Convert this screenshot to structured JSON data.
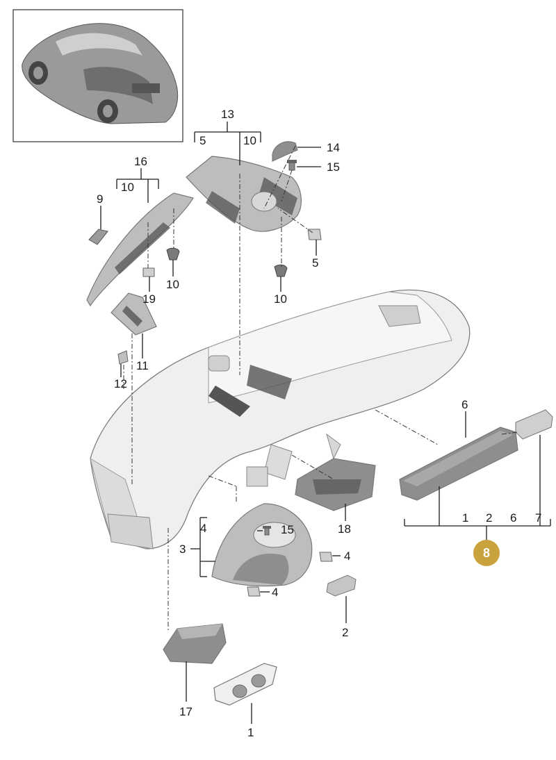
{
  "colors": {
    "badge_fill": "#c8a23c",
    "badge_text": "#ffffff",
    "line": "#1a1a1a",
    "part_light": "#efefef",
    "part_mid": "#bdbdbd",
    "part_dark": "#8e8e8e"
  },
  "callouts": {
    "c13": "13",
    "c13_5": "5",
    "c13_10": "10",
    "c14": "14",
    "c15_top": "15",
    "c16": "16",
    "c16_10": "10",
    "c9": "9",
    "c19": "19",
    "c10_left": "10",
    "c5": "5",
    "c10_mid": "10",
    "c11": "11",
    "c12": "12",
    "c6": "6",
    "c8_1": "1",
    "c8_2": "2",
    "c8_6": "6",
    "c8_7": "7",
    "c8": "8",
    "c18": "18",
    "c3": "3",
    "c3_4": "4",
    "c15_mid": "15",
    "c4_right": "4",
    "c4_bottom": "4",
    "c2": "2",
    "c17": "17",
    "c1": "1"
  }
}
